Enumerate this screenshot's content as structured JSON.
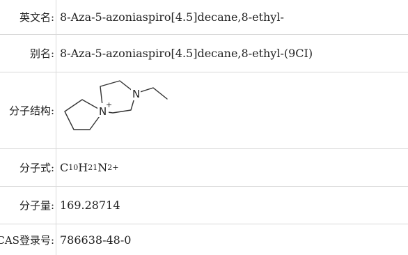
{
  "rows": {
    "english_name": {
      "label": "英文名:",
      "value": "8-Aza-5-azoniaspiro[4.5]decane,8-ethyl-"
    },
    "alias": {
      "label": "别名:",
      "value": "8-Aza-5-azoniaspiro[4.5]decane,8-ethyl-(9CI)"
    },
    "structure": {
      "label": "分子结构:",
      "atoms": {
        "n_plus": "N",
        "charge": "+",
        "n_amine": "N"
      }
    },
    "formula": {
      "label": "分子式:",
      "c": "C",
      "c_count": "10",
      "h": "H",
      "h_count": "21",
      "n": "N",
      "n_count": "2",
      "charge": "+"
    },
    "weight": {
      "label": "分子量:",
      "value": "169.28714"
    },
    "cas": {
      "label": "CAS登录号:",
      "value": "786638-48-0"
    }
  }
}
